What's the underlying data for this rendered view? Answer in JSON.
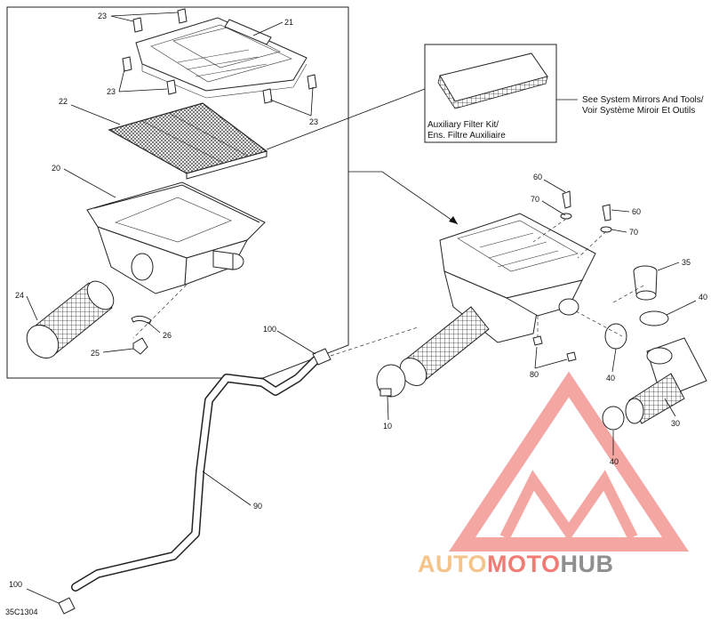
{
  "diagram_code": "35C1304",
  "notes": {
    "kit_line1": "Auxiliary Filter Kit/",
    "kit_line2": "Ens. Filtre Auxiliaire",
    "see_line1": "See System Mirrors And Tools/",
    "see_line2": "Voir Système Miroir Et Outils"
  },
  "callouts": {
    "c23a": "23",
    "c21": "21",
    "c23b": "23",
    "c23c": "23",
    "c22": "22",
    "c20": "20",
    "c24": "24",
    "c26": "26",
    "c25": "25",
    "c100a": "100",
    "c100b": "100",
    "c90": "90",
    "c60a": "60",
    "c70a": "70",
    "c60b": "60",
    "c70b": "70",
    "c35": "35",
    "c40a": "40",
    "c40b": "40",
    "c40c": "40",
    "c30": "30",
    "c80": "80",
    "c10": "10"
  },
  "watermark": {
    "brand_a": "AUTO",
    "brand_b": "MOTO",
    "brand_c": "HUB",
    "color_a": "#f5c48a",
    "color_b": "#ef7c75",
    "color_c": "#8f8f8f"
  }
}
